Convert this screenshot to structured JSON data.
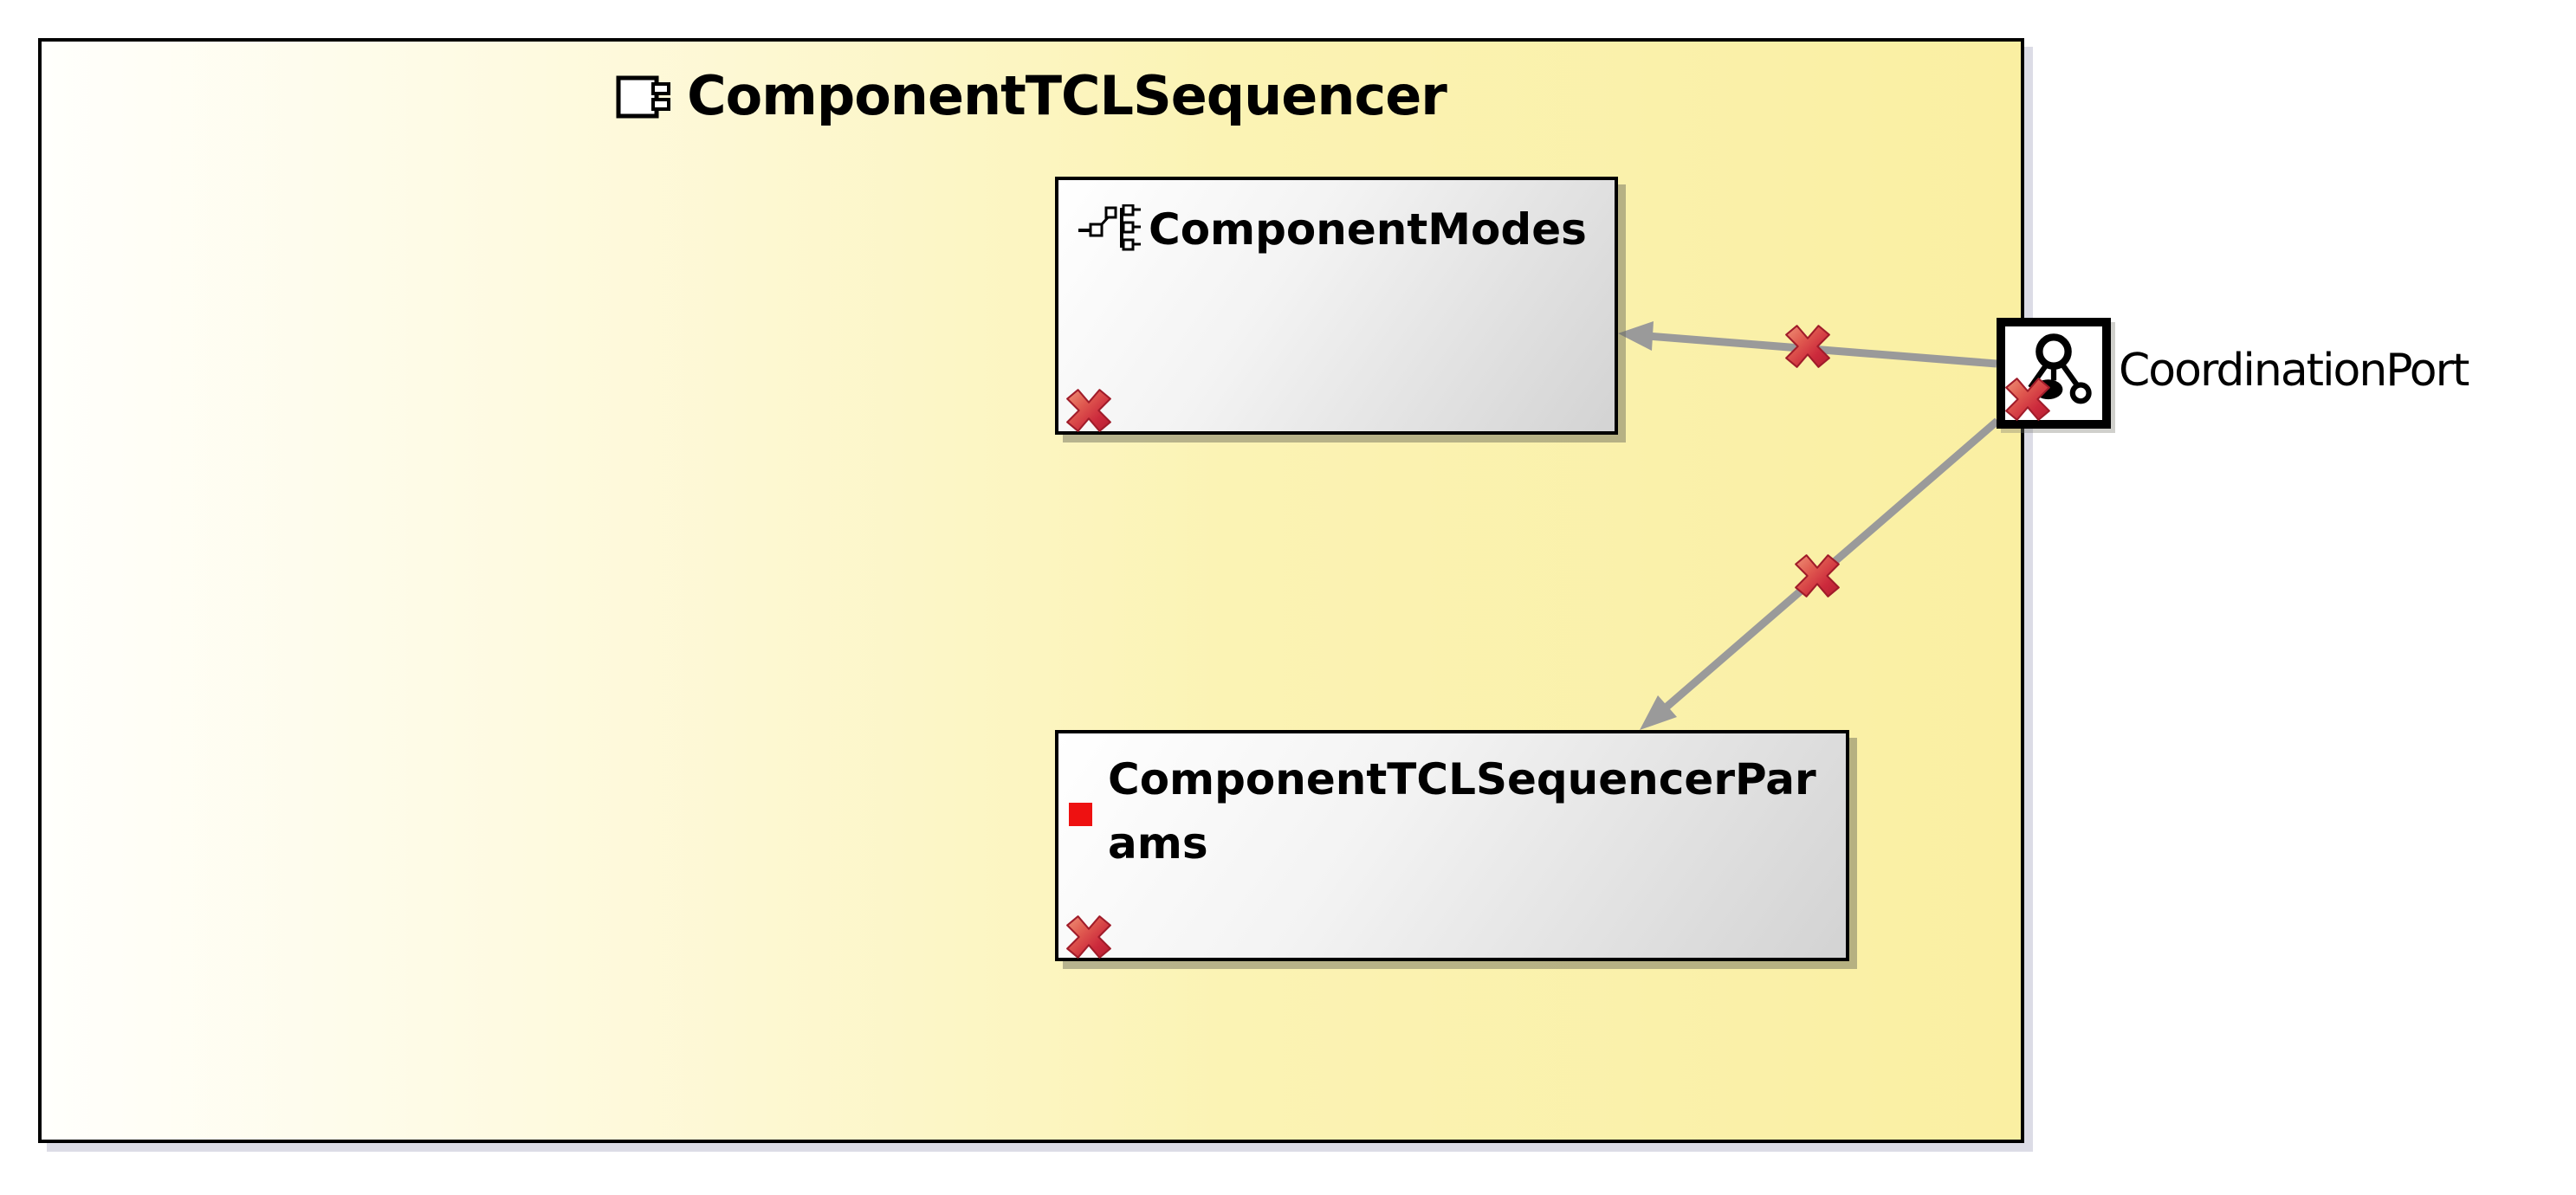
{
  "diagram": {
    "title": "ComponentTCLSequencer",
    "nodes": {
      "modes": {
        "label": "ComponentModes",
        "icon": "modes-icon"
      },
      "params": {
        "label": "ComponentTCLSequencerParams",
        "icon": "red-square-icon"
      }
    },
    "port": {
      "label": "CoordinationPort",
      "icon": "coordination-port-icon"
    },
    "connectors": [
      {
        "from": "CoordinationPort",
        "to": "ComponentModes",
        "style": "gray-arrow",
        "marker": "error-x"
      },
      {
        "from": "CoordinationPort",
        "to": "ComponentTCLSequencerParams",
        "style": "gray-arrow",
        "marker": "error-x"
      }
    ],
    "error_markers": {
      "symbol": "red-x",
      "count": 5
    },
    "colors": {
      "container_yellow": "#faefa2",
      "container_white": "#fffffc",
      "node_gray": "#d3d3d3",
      "connector_gray": "#9a9a9a",
      "error_red": "#cc2a3c",
      "params_icon_red": "#ee1111",
      "border_black": "#000000"
    }
  }
}
